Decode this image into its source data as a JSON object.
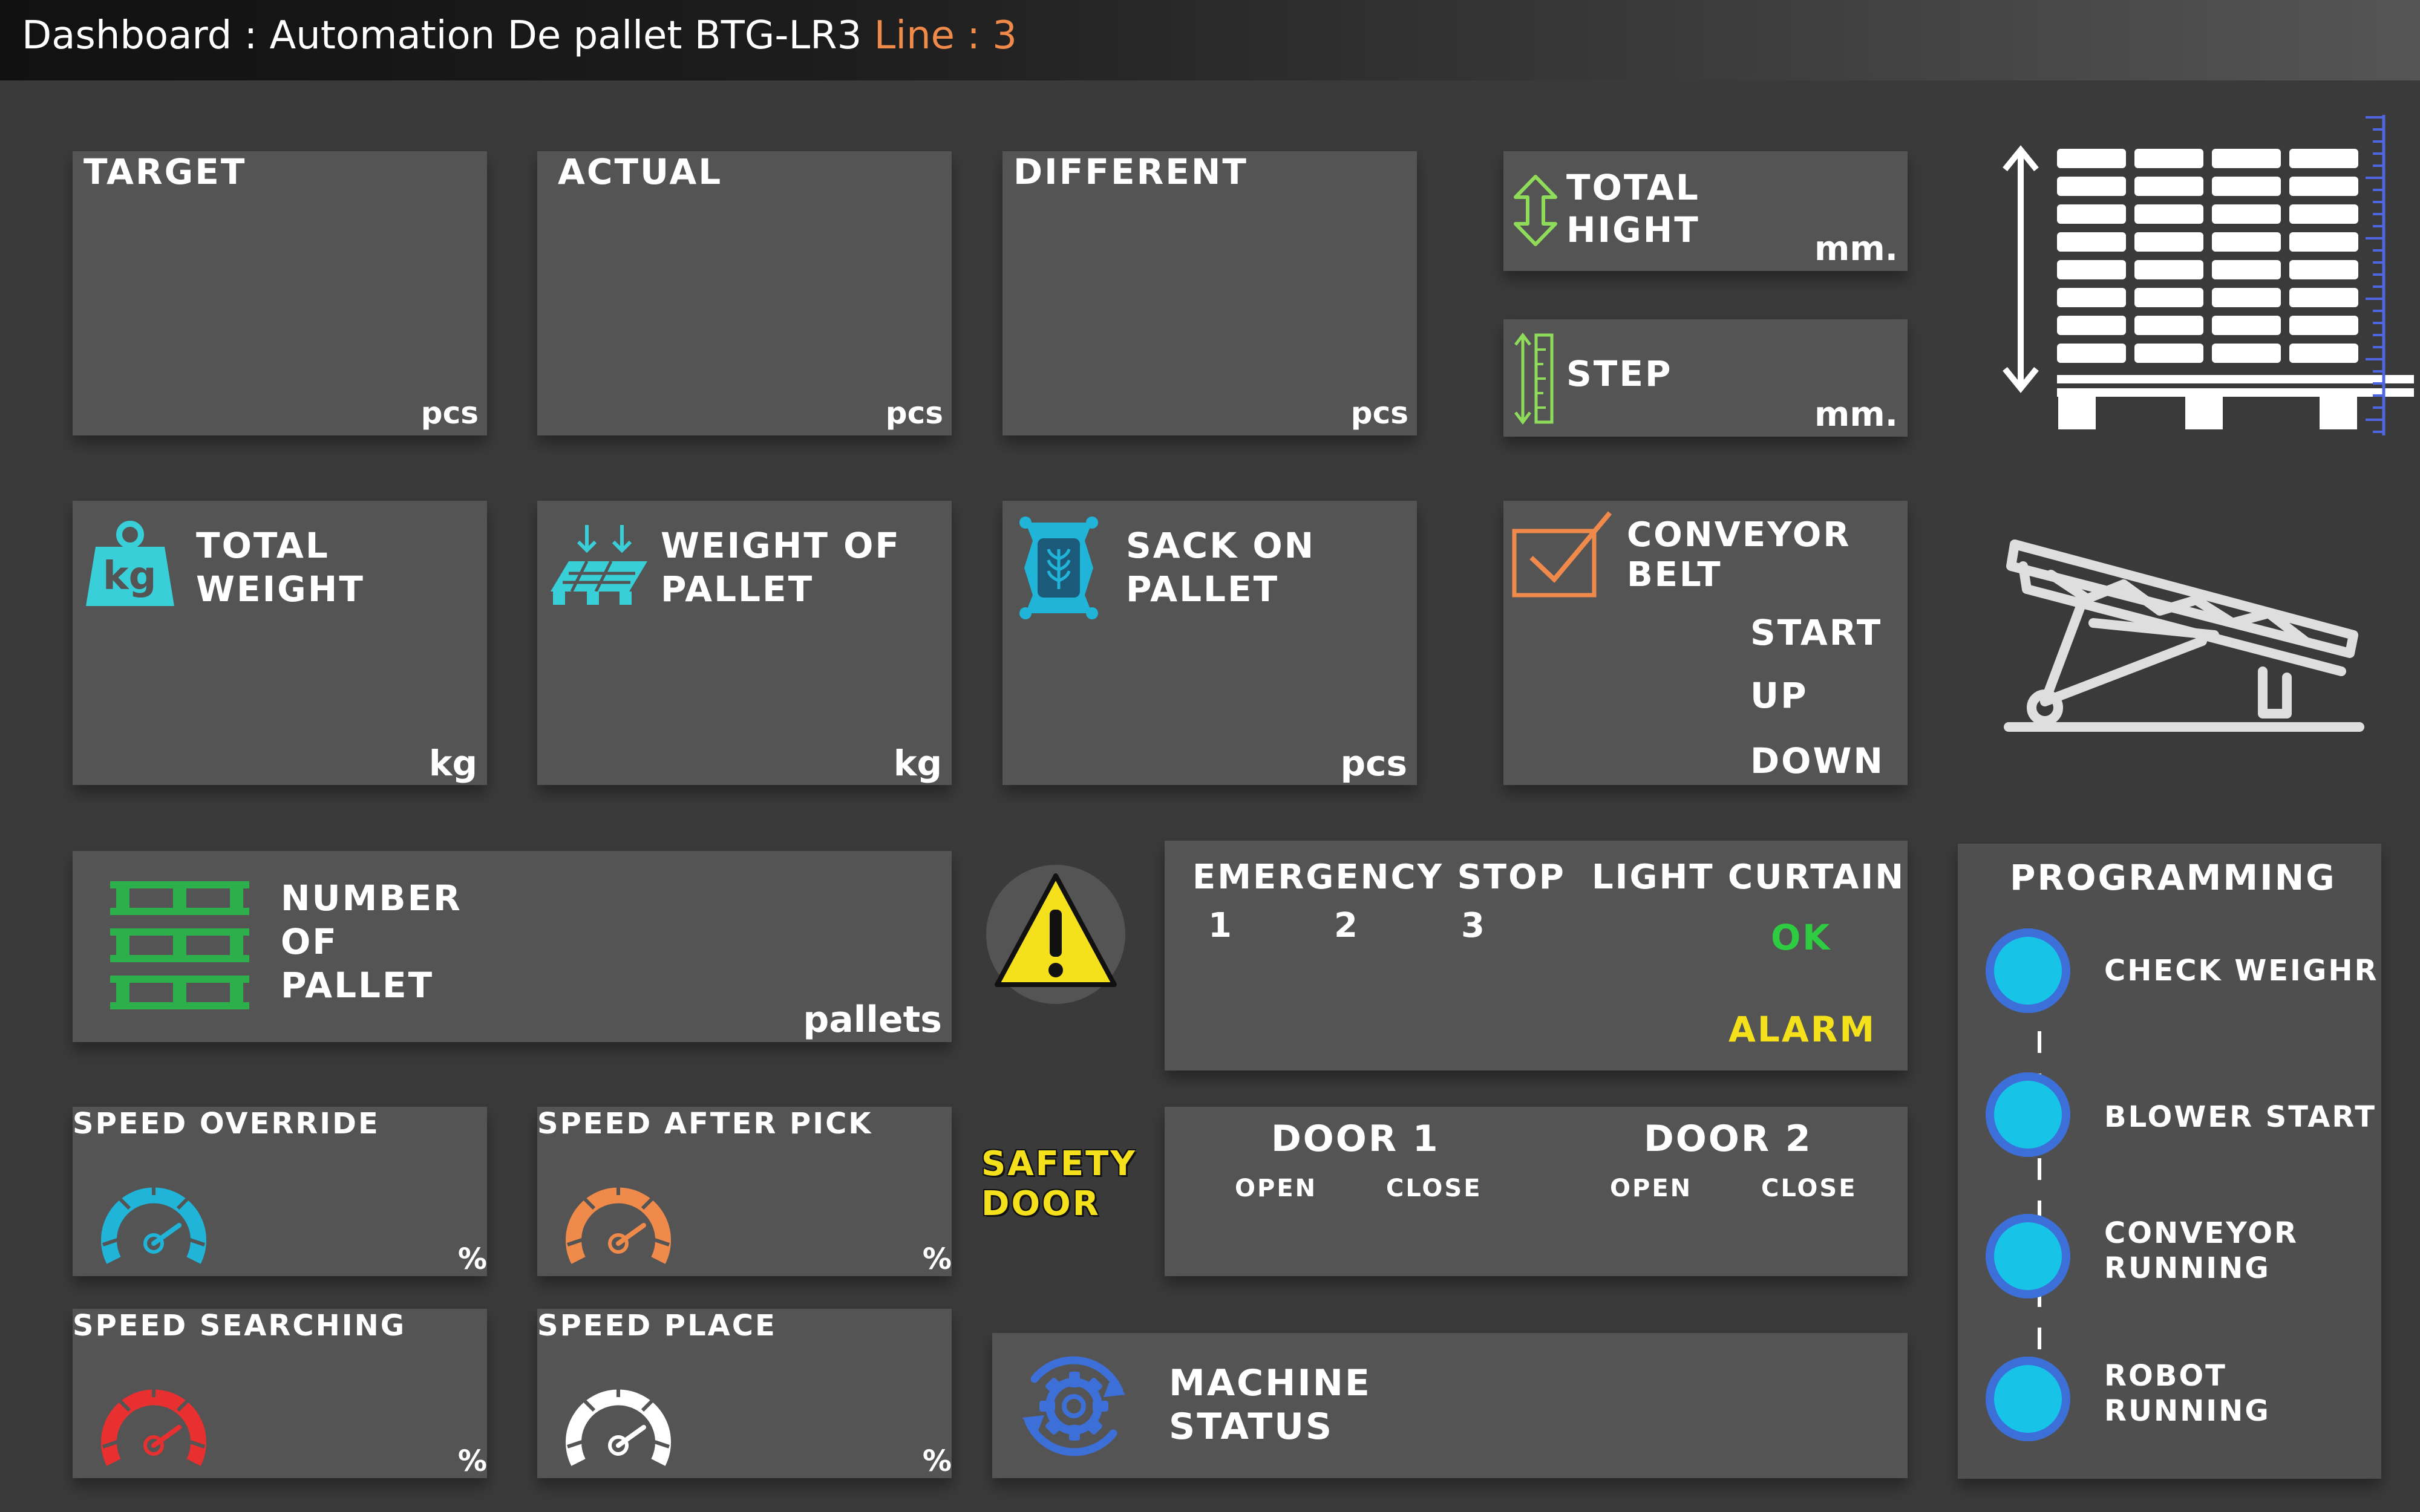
{
  "header": {
    "title": "Dashboard : Automation De pallet BTG-LR3",
    "line_label": "Line : 3",
    "line_color": "#f08a4b"
  },
  "cards": {
    "target": {
      "label": "TARGET",
      "unit": "pcs"
    },
    "actual": {
      "label": "ACTUAL",
      "unit": "pcs"
    },
    "different": {
      "label": "DIFFERENT",
      "unit": "pcs"
    },
    "total_height": {
      "label_line1": "TOTAL",
      "label_line2": "HIGHT",
      "unit": "mm."
    },
    "step": {
      "label": "STEP",
      "unit": "mm."
    },
    "total_weight": {
      "label_line1": "TOTAL",
      "label_line2": "WEIGHT",
      "unit": "kg",
      "icon_text": "kg"
    },
    "weight_of_pallet": {
      "label_line1": "WEIGHT OF",
      "label_line2": "PALLET",
      "unit": "kg"
    },
    "sack_on_pallet": {
      "label_line1": "SACK ON",
      "label_line2": "PALLET",
      "unit": "pcs"
    },
    "conveyor_belt": {
      "label_line1": "CONVEYOR",
      "label_line2": "BELT",
      "start": "START",
      "up": "UP",
      "down": "DOWN"
    },
    "number_of_pallet": {
      "label_line1": "NUMBER",
      "label_line2": "OF",
      "label_line3": "PALLET",
      "unit": "pallets"
    }
  },
  "safety": {
    "emergency_stop": {
      "label": "EMERGENCY STOP",
      "items": [
        "1",
        "2",
        "3"
      ]
    },
    "light_curtain": {
      "label": "LIGHT CURTAIN",
      "ok": "OK",
      "alarm": "ALARM",
      "ok_color": "#2ecc40",
      "alarm_color": "#f5e11b"
    },
    "safety_door": {
      "line1": "SAFETY",
      "line2": "DOOR",
      "color": "#f5e11b"
    },
    "door1": {
      "label": "DOOR 1",
      "open": "OPEN",
      "close": "CLOSE"
    },
    "door2": {
      "label": "DOOR 2",
      "open": "OPEN",
      "close": "CLOSE"
    }
  },
  "speeds": {
    "override": {
      "label": "SPEED OVERRIDE",
      "unit": "%",
      "color": "#1fb4d8"
    },
    "after_pick": {
      "label": "SPEED AFTER PICK",
      "unit": "%",
      "color": "#f08a4b"
    },
    "searching": {
      "label": "SPEED SEARCHING",
      "unit": "%",
      "color": "#e83030"
    },
    "place": {
      "label": "SPEED PLACE",
      "unit": "%",
      "color": "#ffffff"
    }
  },
  "machine_status": {
    "line1": "MACHINE",
    "line2": "STATUS",
    "icon_color": "#3d6fd9"
  },
  "programming": {
    "title": "PROGRAMMING",
    "steps": [
      {
        "line1": "CHECK WEIGHR",
        "line2": ""
      },
      {
        "line1": "BLOWER START",
        "line2": ""
      },
      {
        "line1": "CONVEYOR",
        "line2": "RUNNING"
      },
      {
        "line1": "ROBOT",
        "line2": "RUNNING"
      }
    ],
    "dot_color": "#17c3e6",
    "ring_color": "#3d6fd9"
  },
  "icons": {
    "height_arrow": "double-arrow-vertical-icon",
    "ruler": "ruler-icon",
    "kg_weight": "kg-weight-icon",
    "pallet_weight": "pallet-weight-icon",
    "sack": "sack-icon",
    "checkbox": "checkbox-check-icon",
    "pallet_stack": "pallet-stack-icon",
    "warning": "warning-icon",
    "gear": "gear-sync-icon",
    "conveyor": "conveyor-machine-icon",
    "pallet_stack_image": "stacked-pallet-illustration"
  }
}
